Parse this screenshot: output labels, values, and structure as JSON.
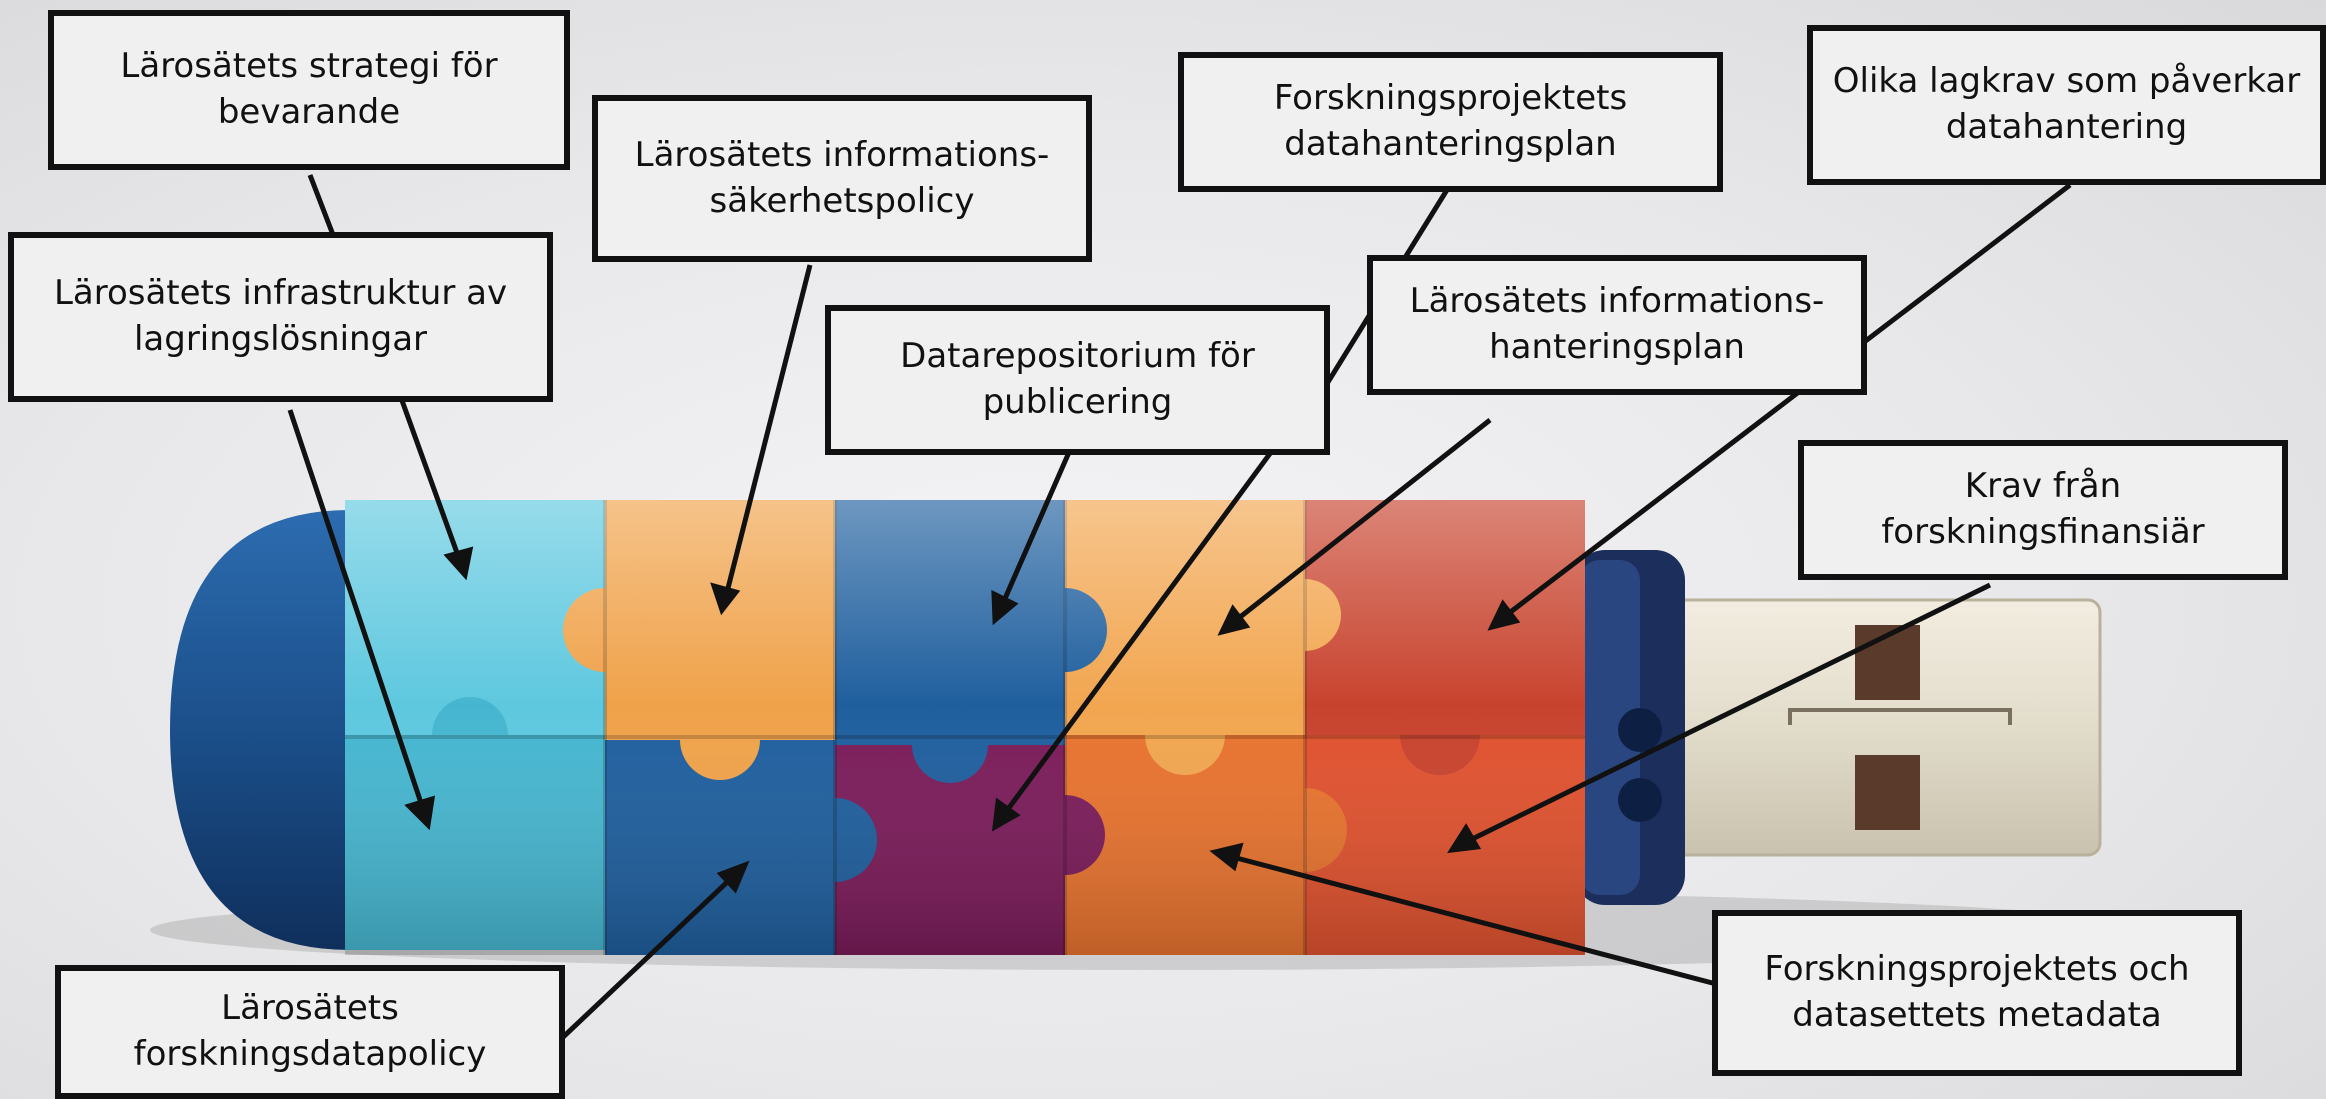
{
  "labels": {
    "strategi": [
      "Lärosätets strategi för",
      "bevarande"
    ],
    "infosak": [
      "Lärosätets informations-",
      "säkerhetspolicy"
    ],
    "dmp": [
      "Forskningsprojektets",
      "datahanteringsplan"
    ],
    "lagkrav": [
      "Olika lagkrav som påverkar",
      "datahantering"
    ],
    "infrastruktur": [
      "Lärosätets infrastruktur av",
      "lagringslösningar"
    ],
    "repositorium": [
      "Datarepositorium för",
      "publicering"
    ],
    "infohant": [
      "Lärosätets informations-",
      "hanteringsplan"
    ],
    "finansiar": [
      "Krav från",
      "forskningsfinansiär"
    ],
    "forskpolicy": [
      "Lärosätets",
      "forskningsdatapolicy"
    ],
    "metadata": [
      "Forskningsprojektets och",
      "datasettets metadata"
    ]
  },
  "colors": {
    "light_blue": "#4fbfd6",
    "orange": "#f0a24a",
    "dark_blue": "#1f5f9e",
    "purple": "#7b1c5a",
    "red": "#c8432e",
    "deep_orange": "#e8732f",
    "connector": "#1e3a6e",
    "plug_metal": "#e2dccb"
  },
  "icons": {
    "usb_body": "usb-stick-puzzle-icon"
  }
}
